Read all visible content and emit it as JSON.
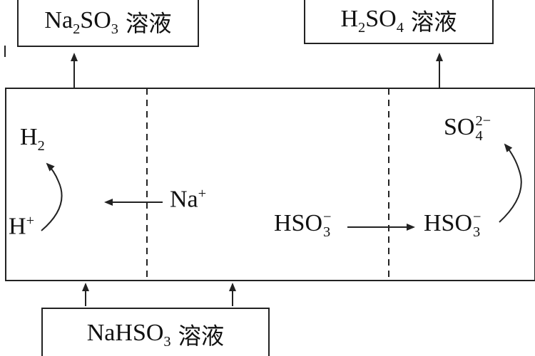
{
  "boxes": {
    "top_left": {
      "formula": "Na",
      "sub1": "2",
      "mid": "SO",
      "sub2": "3",
      "text": "溶液"
    },
    "top_right": {
      "formula": "H",
      "sub1": "2",
      "mid": "SO",
      "sub2": "4",
      "text": "溶液"
    },
    "bottom": {
      "formula": "NaHSO",
      "sub1": "3",
      "text": "溶液"
    }
  },
  "left_chamber": {
    "h2": {
      "base": "H",
      "sub": "2"
    },
    "hplus": {
      "base": "H",
      "sup": "+"
    }
  },
  "middle": {
    "na_plus": {
      "base": "Na",
      "sup": "+"
    }
  },
  "right_side": {
    "hso3_left": {
      "base": "HSO",
      "sup": "−",
      "sub": "3"
    },
    "hso3_right": {
      "base": "HSO",
      "sup": "−",
      "sub": "3"
    },
    "so4": {
      "base": "SO",
      "sup": "2−",
      "sub": "4"
    }
  }
}
